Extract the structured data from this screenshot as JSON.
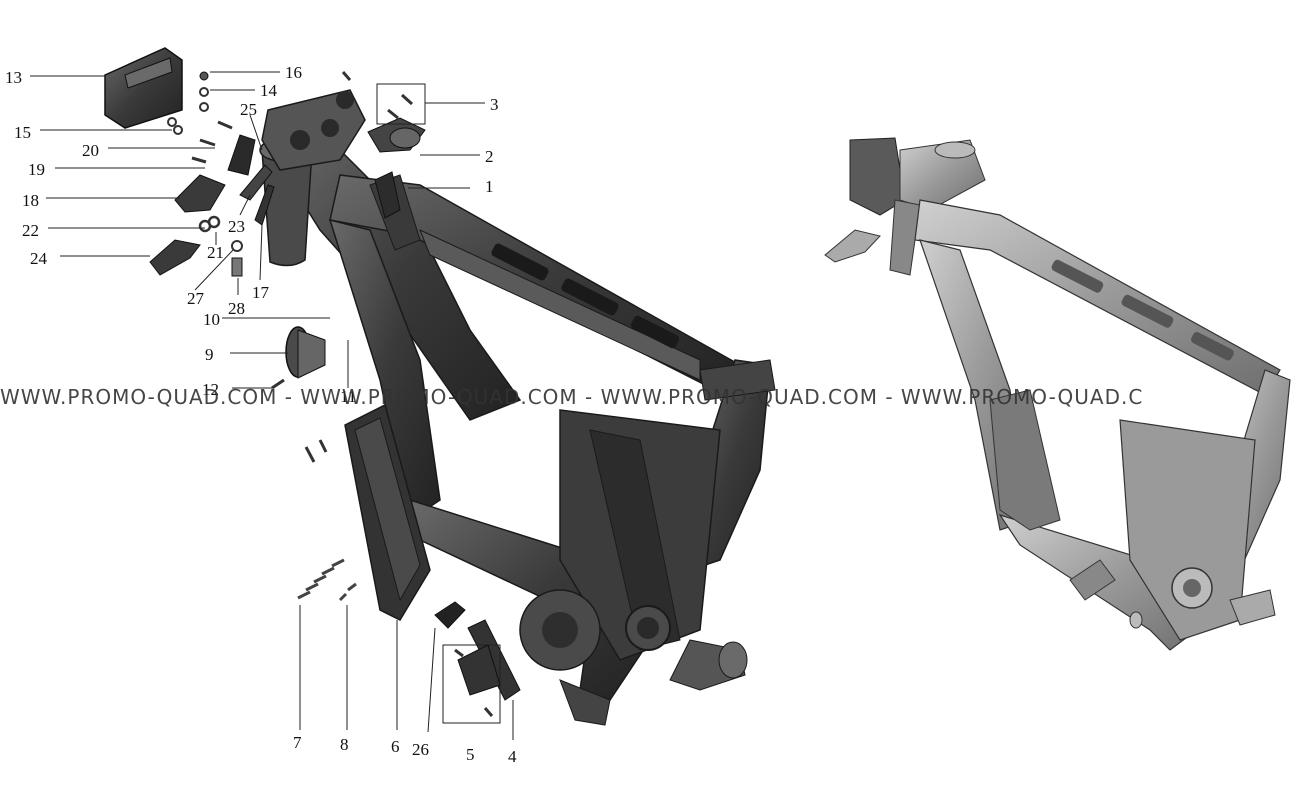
{
  "watermark": {
    "text": "WWW.PROMO-QUAD.COM - WWW.PROMO-QUAD.COM - WWW.PROMO-QUAD.COM - WWW.PROMO-QUAD.C"
  },
  "parts": [
    {
      "num": "1",
      "id": "part-1"
    },
    {
      "num": "2",
      "id": "part-2"
    },
    {
      "num": "3",
      "id": "part-3"
    },
    {
      "num": "4",
      "id": "part-4"
    },
    {
      "num": "5",
      "id": "part-5"
    },
    {
      "num": "6",
      "id": "part-6"
    },
    {
      "num": "7",
      "id": "part-7"
    },
    {
      "num": "8",
      "id": "part-8"
    },
    {
      "num": "9",
      "id": "part-9"
    },
    {
      "num": "10",
      "id": "part-10"
    },
    {
      "num": "11",
      "id": "part-11"
    },
    {
      "num": "12",
      "id": "part-12"
    },
    {
      "num": "13",
      "id": "part-13"
    },
    {
      "num": "14",
      "id": "part-14"
    },
    {
      "num": "15",
      "id": "part-15"
    },
    {
      "num": "16",
      "id": "part-16"
    },
    {
      "num": "17",
      "id": "part-17"
    },
    {
      "num": "18",
      "id": "part-18"
    },
    {
      "num": "19",
      "id": "part-19"
    },
    {
      "num": "20",
      "id": "part-20"
    },
    {
      "num": "21",
      "id": "part-21"
    },
    {
      "num": "22",
      "id": "part-22"
    },
    {
      "num": "23",
      "id": "part-23"
    },
    {
      "num": "24",
      "id": "part-24"
    },
    {
      "num": "25",
      "id": "part-25"
    },
    {
      "num": "26",
      "id": "part-26"
    },
    {
      "num": "27",
      "id": "part-27"
    },
    {
      "num": "28",
      "id": "part-28"
    }
  ],
  "colors": {
    "frame_dark": "#3a3a3a",
    "frame_mid": "#5e5e5e",
    "frame_light": "#8a8a8a",
    "frame_gray_view": "#9a9a9a",
    "leader_line": "#222222"
  }
}
